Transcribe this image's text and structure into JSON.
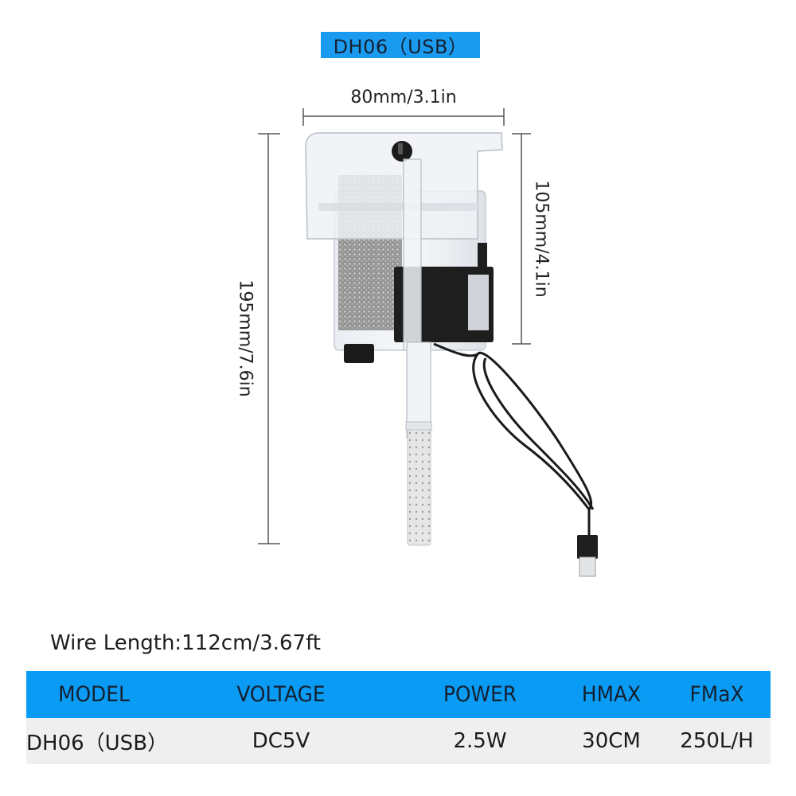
{
  "title": "DH06（USB）",
  "dimensions": {
    "width": "80mm/3.1in",
    "total_height": "195mm/7.6in",
    "body_height": "105mm/4.1in"
  },
  "product": {
    "icon": "hang-on-aquarium-filter-image",
    "parts": [
      "clear-filter-housing",
      "filter-sponge",
      "adjust-knob",
      "intake-tube",
      "pump-motor",
      "usb-cable",
      "usb-plug"
    ]
  },
  "wire_length": "Wire Length:112cm/3.67ft",
  "spec_table": {
    "headers": [
      "MODEL",
      "VOLTAGE",
      "POWER",
      "HMAX",
      "FMaX"
    ],
    "rows": [
      [
        "DH06（USB）",
        "DC5V",
        "2.5W",
        "30CM",
        "250L/H"
      ]
    ]
  },
  "colors": {
    "accent_blue": "#0a9bf5",
    "row_gray": "#efefef"
  }
}
